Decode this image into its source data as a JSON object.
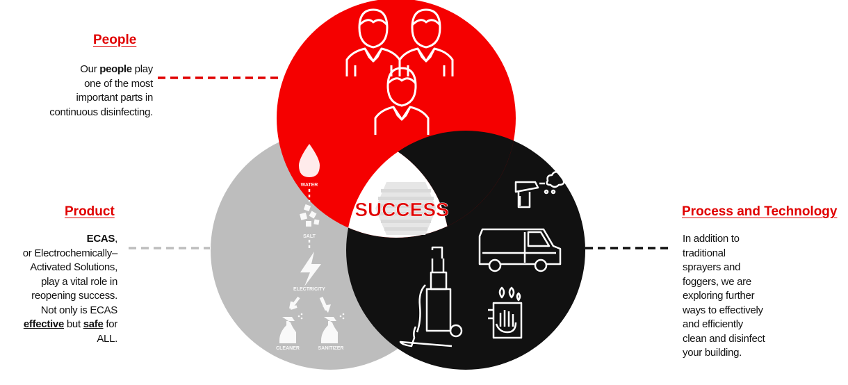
{
  "colors": {
    "red": "#f50000",
    "gray": "#bdbdbd",
    "black": "#111111"
  },
  "people": {
    "heading": "People",
    "lines": [
      [
        {
          "t": "Our "
        },
        {
          "t": "people",
          "b": true
        },
        {
          "t": " play"
        }
      ],
      [
        {
          "t": "one of the most"
        }
      ],
      [
        {
          "t": "important parts in"
        }
      ],
      [
        {
          "t": "continuous disinfecting."
        }
      ]
    ]
  },
  "product": {
    "heading": "Product",
    "lines": [
      [
        {
          "t": "ECAS",
          "b": true
        },
        {
          "t": ","
        }
      ],
      [
        {
          "t": "or Electrochemically–"
        }
      ],
      [
        {
          "t": "Activated Solutions,"
        }
      ],
      [
        {
          "t": "play a vital role in"
        }
      ],
      [
        {
          "t": "reopening success."
        }
      ],
      [
        {
          "t": "Not only is ECAS"
        }
      ],
      [
        {
          "t": "effective",
          "b": true,
          "u": true
        },
        {
          "t": " but "
        },
        {
          "t": "safe",
          "b": true,
          "u": true
        },
        {
          "t": " for"
        }
      ],
      [
        {
          "t": "ALL."
        }
      ]
    ]
  },
  "process": {
    "heading": "Process and Technology",
    "lines": [
      [
        {
          "t": "In addition to"
        }
      ],
      [
        {
          "t": "traditional"
        }
      ],
      [
        {
          "t": "sprayers and"
        }
      ],
      [
        {
          "t": "foggers, we are"
        }
      ],
      [
        {
          "t": "exploring further"
        }
      ],
      [
        {
          "t": "ways to effectively"
        }
      ],
      [
        {
          "t": "and efficiently"
        }
      ],
      [
        {
          "t": "clean and disinfect"
        }
      ],
      [
        {
          "t": "your building."
        }
      ]
    ]
  },
  "center": {
    "label": "SUCCESS"
  },
  "product_steps": {
    "water": "WATER",
    "salt": "SALT",
    "electricity": "ELECTRICITY",
    "cleaner": "CLEANER",
    "sanitizer": "SANITIZER"
  },
  "icons": [
    "people-icon",
    "water-drop-icon",
    "salt-icon",
    "lightning-icon",
    "spray-bottle-icon",
    "fogger-icon",
    "van-icon",
    "pressure-washer-icon",
    "glove-icon"
  ]
}
